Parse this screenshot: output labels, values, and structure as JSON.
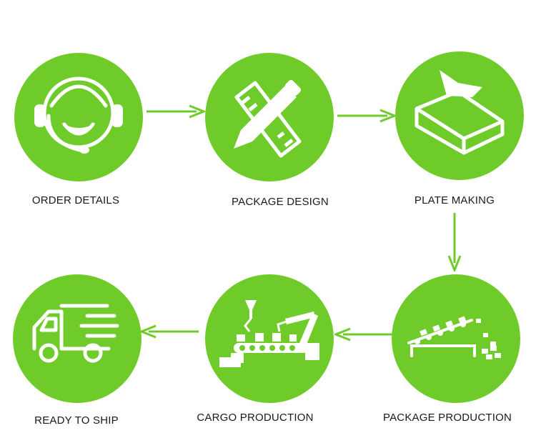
{
  "accent_color": "#6ecb29",
  "steps": [
    {
      "label": "ORDER DETAILS",
      "icon": "headset-smiley-icon"
    },
    {
      "label": "PACKAGE DESIGN",
      "icon": "pencil-ruler-icon"
    },
    {
      "label": "PLATE MAKING",
      "icon": "plate-block-icon"
    },
    {
      "label": "PACKAGE PRODUCTION",
      "icon": "conveyor-belt-icon"
    },
    {
      "label": "CARGO PRODUCTION",
      "icon": "factory-robot-arm-icon"
    },
    {
      "label": "READY TO SHIP",
      "icon": "delivery-truck-icon"
    }
  ]
}
